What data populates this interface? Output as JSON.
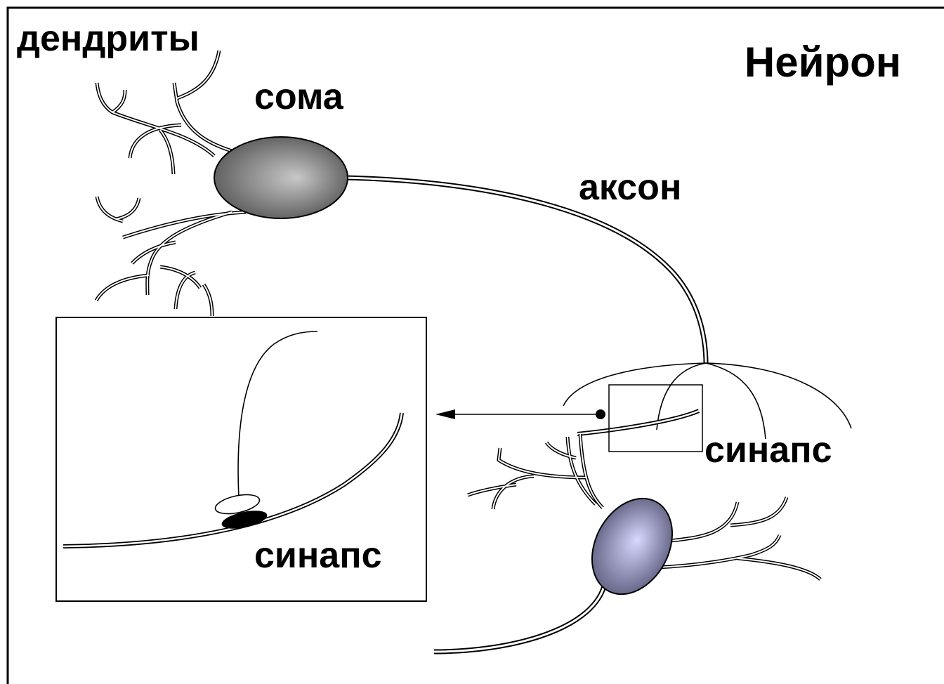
{
  "labels": {
    "title": "Нейрон",
    "dendrites": "дендриты",
    "soma": "сома",
    "axon": "аксон",
    "synapse": "синапс",
    "inset_synapse": "синапс"
  },
  "colors": {
    "soma_primary": "#5a5a5a",
    "soma_primary_highlight": "#c8c8c8",
    "soma_secondary": "#5e5e80",
    "soma_secondary_highlight": "#d8d8ff",
    "line": "#000000",
    "background": "#ffffff"
  }
}
